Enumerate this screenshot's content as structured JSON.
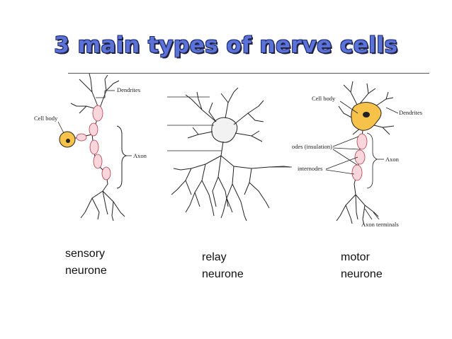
{
  "title": "3 main types of nerve cells",
  "colors": {
    "title": "#5b73d8",
    "soma": "#f6c24a",
    "myelin": "#f8d6dc",
    "myelin_stroke": "#b33a4a",
    "ink": "#222222"
  },
  "sensory": {
    "labels": {
      "dendrites": "Dendrites",
      "cell_body": "Cell body",
      "axon": "Axon"
    },
    "caption": [
      "sensory",
      "neurone"
    ]
  },
  "relay": {
    "caption": [
      "relay",
      "neurone"
    ]
  },
  "motor": {
    "labels": {
      "cell_body": "Cell body",
      "dendrites": "Dendrites",
      "nodes": "odes (insulation)",
      "internodes": "internodes",
      "axon": "Axon",
      "axon_terminals": "Axon terminals"
    },
    "caption": [
      "motor",
      "neurone"
    ]
  }
}
